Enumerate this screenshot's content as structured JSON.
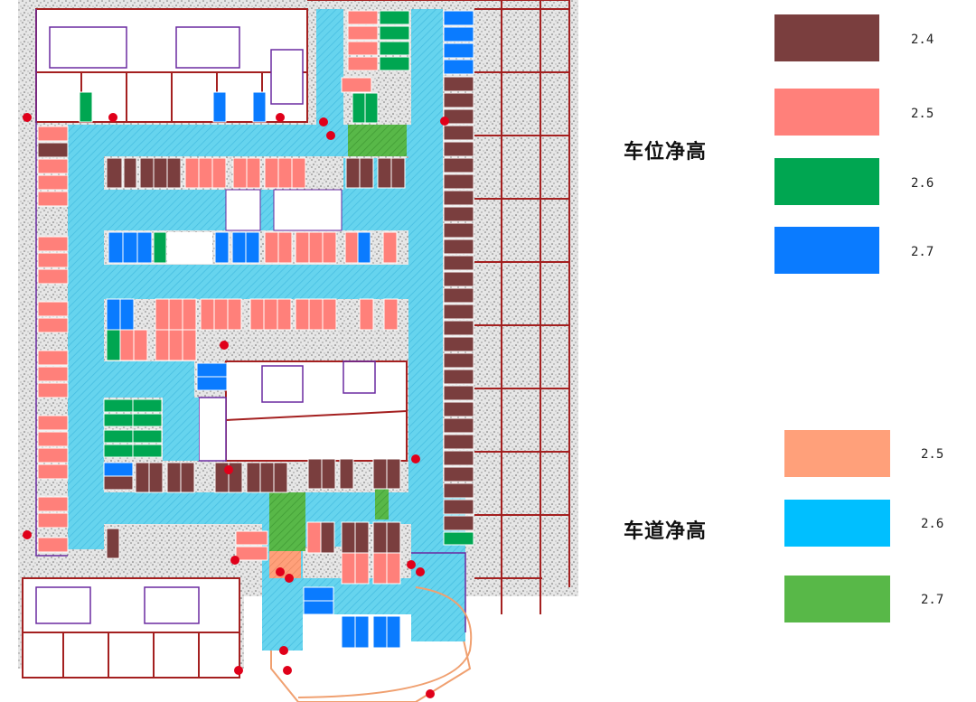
{
  "legend_parking": {
    "title": "车位净高",
    "items": [
      {
        "value": "2.4",
        "color": "#7a3e3e"
      },
      {
        "value": "2.5",
        "color": "#ff807a"
      },
      {
        "value": "2.6",
        "color": "#00a651"
      },
      {
        "value": "2.7",
        "color": "#0a7bff"
      }
    ]
  },
  "legend_lane": {
    "title": "车道净高",
    "items": [
      {
        "value": "2.5",
        "color": "#ffa07a"
      },
      {
        "value": "2.6",
        "color": "#00bfff"
      },
      {
        "value": "2.7",
        "color": "#58b848"
      }
    ]
  },
  "colors": {
    "lane_fill": "#66d4ee",
    "wall": "#a42020",
    "outline": "#6a2aa0",
    "speckle": "#a8a8a8"
  }
}
